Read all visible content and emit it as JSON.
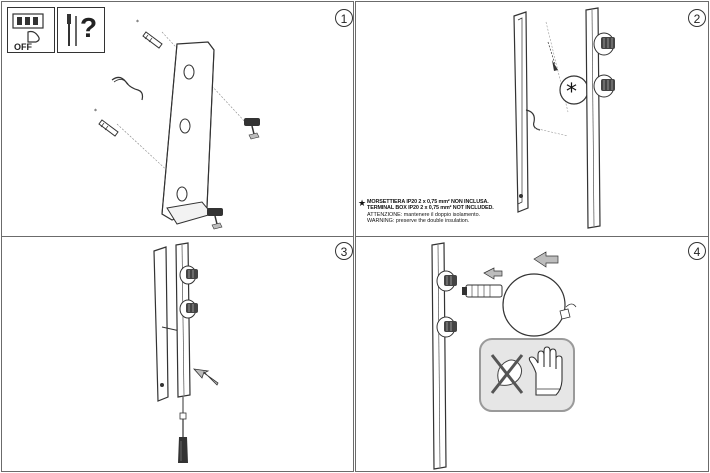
{
  "steps": [
    {
      "number": "1"
    },
    {
      "number": "2"
    },
    {
      "number": "3"
    },
    {
      "number": "4"
    }
  ],
  "icons": {
    "power_off_label": "OFF",
    "tool_question": "?"
  },
  "note": {
    "marker": "★",
    "line1": "MORSETTIERA IP20 2 x 0,75 mm² NON INCLUSA.",
    "line2": "TERMINAL BOX IP20 2 x 0,75 mm² NOT INCLUDED.",
    "line3": "ATTENZIONE: mantenere il doppio isolamento.",
    "line4": "WARNING: preserve the double insulation."
  },
  "colors": {
    "line": "#333333",
    "arrow_fill": "#bdbdbd",
    "prohibit_box": "#e6e6e6"
  }
}
